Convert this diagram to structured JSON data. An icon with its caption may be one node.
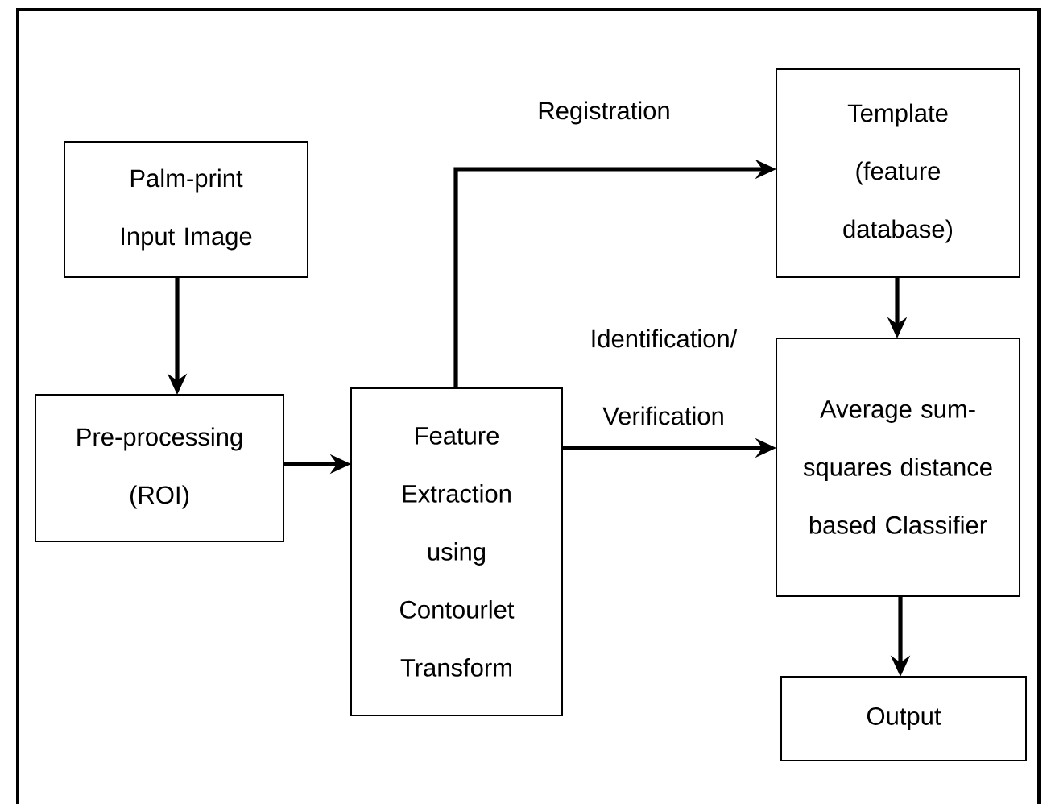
{
  "diagram": {
    "nodes": [
      {
        "text": [
          "Palm-print Input Image"
        ]
      },
      {
        "text": [
          "Pre-processing (ROI)"
        ]
      },
      {
        "text": [
          "Feature Extraction using Contourlet Transform"
        ]
      },
      {
        "text": [
          "Template (feature database)"
        ]
      },
      {
        "text": [
          "Average sum-squares distance based Classifier"
        ]
      },
      {
        "text": [
          "Output"
        ]
      }
    ],
    "edges": [
      {
        "from": 0,
        "to": 1,
        "arrow": "to"
      },
      {
        "from": 1,
        "to": 2,
        "arrow": "to"
      },
      {
        "from": 2,
        "to": 3,
        "arrow": "to",
        "label": "Registration"
      },
      {
        "from": 2,
        "to": 4,
        "arrow": "to",
        "label": "Identification/ Verification"
      },
      {
        "from": 3,
        "to": 4,
        "arrow": "to"
      },
      {
        "from": 4,
        "to": 5,
        "arrow": "to"
      }
    ]
  }
}
